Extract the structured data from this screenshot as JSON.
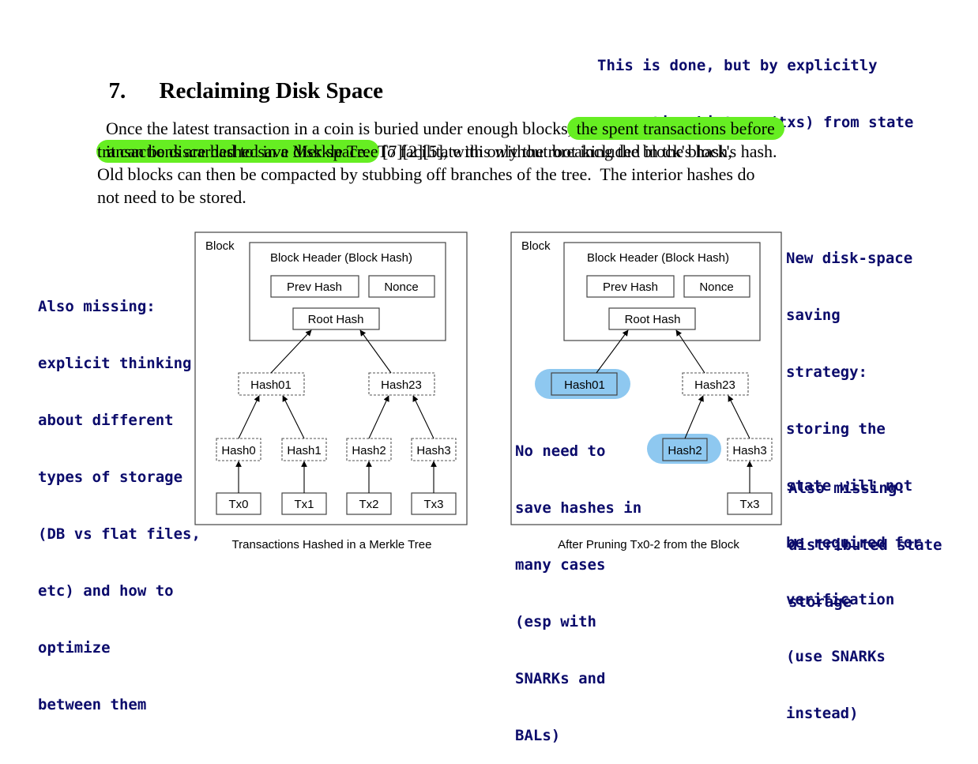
{
  "annotations": {
    "top_right": [
      "This is done, but by explicitly",
      "separating history (txs) from state"
    ],
    "left": [
      "Also missing:",
      "explicit thinking",
      "about different",
      "types of storage",
      "(DB vs flat files,",
      "etc) and how to",
      "optimize",
      "between them"
    ],
    "right_top": [
      "New disk-space",
      "saving",
      "strategy:",
      "storing the",
      "state will not",
      "be required for",
      "verification",
      "(use SNARKs",
      "instead)"
    ],
    "middle": [
      "No need to",
      "save hashes in",
      "many cases",
      "(esp with",
      "SNARKs and",
      "BALs)"
    ],
    "right_bottom": [
      "Also missing:",
      "distributed state",
      "storage"
    ]
  },
  "section": {
    "number": "7.",
    "title": "Reclaiming Disk Space",
    "line1_pre": "Once the latest transaction in a coin is buried under enough blocks,",
    "line1_hl": "the spent transactions before",
    "line2_hl": "it can be discarded to save disk space.",
    "line2_post": "To facilitate this without breaking the block's hash,",
    "line3": "transactions are hashed in a Merkle Tree [7][2][5], with only the root included in the block's hash.",
    "line4": "Old blocks can then be compacted by stubbing off branches of the tree.  The interior hashes do",
    "line5": "not need to be stored."
  },
  "diagram_left": {
    "block_label": "Block",
    "header_label": "Block Header (Block Hash)",
    "prev_hash": "Prev Hash",
    "nonce": "Nonce",
    "root_hash": "Root Hash",
    "hash01": "Hash01",
    "hash23": "Hash23",
    "hash0": "Hash0",
    "hash1": "Hash1",
    "hash2": "Hash2",
    "hash3": "Hash3",
    "tx0": "Tx0",
    "tx1": "Tx1",
    "tx2": "Tx2",
    "tx3": "Tx3",
    "caption": "Transactions Hashed in a Merkle Tree"
  },
  "diagram_right": {
    "block_label": "Block",
    "header_label": "Block Header (Block Hash)",
    "prev_hash": "Prev Hash",
    "nonce": "Nonce",
    "root_hash": "Root Hash",
    "hash01": "Hash01",
    "hash23": "Hash23",
    "hash2": "Hash2",
    "hash3": "Hash3",
    "tx3": "Tx3",
    "caption": "After Pruning Tx0-2 from the Block"
  },
  "colors": {
    "highlight_green": "#66ee22",
    "highlight_blue": "#8ec8f0",
    "annotation_text": "#0b0b6b"
  }
}
